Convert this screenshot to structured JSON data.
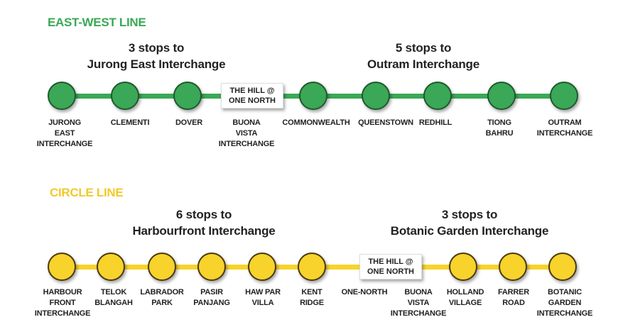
{
  "colors": {
    "ew": "#3aa856",
    "ew_border": "#1f5a2e",
    "cc": "#f7d32c",
    "cc_border": "#4a3a10"
  },
  "ew": {
    "title": "EAST-WEST LINE",
    "dir_left": {
      "line1": "3 stops to",
      "line2": "Jurong East Interchange"
    },
    "dir_right": {
      "line1": "5 stops to",
      "line2": "Outram Interchange"
    },
    "landmark": "THE HILL @\nONE NORTH",
    "stations": [
      "JURONG\nEAST\nINTERCHANGE",
      "CLEMENTI",
      "DOVER",
      "BUONA\nVISTA\nINTERCHANGE",
      "COMMONWEALTH",
      "QUEENSTOWN",
      "REDHILL",
      "TIONG\nBAHRU",
      "OUTRAM\nINTERCHANGE"
    ]
  },
  "cc": {
    "title": "CIRCLE LINE",
    "dir_left": {
      "line1": "6 stops to",
      "line2": "Harbourfront Interchange"
    },
    "dir_right": {
      "line1": "3 stops to",
      "line2": "Botanic Garden Interchange"
    },
    "landmark": "THE HILL @\nONE NORTH",
    "stations": [
      "HARBOUR\nFRONT\nINTERCHANGE",
      "TELOK\nBLANGAH",
      "LABRADOR\nPARK",
      "PASIR\nPANJANG",
      "HAW PAR\nVILLA",
      "KENT\nRIDGE",
      "ONE-NORTH",
      "BUONA\nVISTA\nINTERCHANGE",
      "HOLLAND\nVILLAGE",
      "FARRER\nROAD",
      "BOTANIC\nGARDEN\nINTERCHANGE"
    ]
  }
}
